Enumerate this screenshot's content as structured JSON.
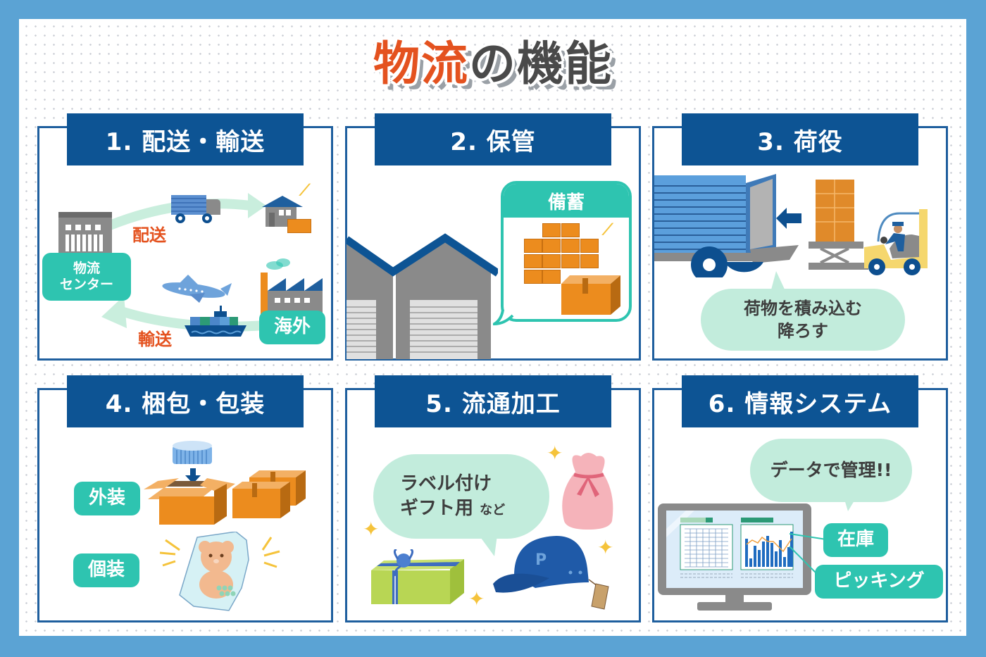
{
  "title": {
    "part1": "物流",
    "part2": "の機能"
  },
  "colors": {
    "frame": "#5ba3d4",
    "header_bar": "#0d5494",
    "panel_border": "#1f5f9e",
    "title_accent": "#e4521f",
    "title_dark": "#4a4a4a",
    "pill_teal": "#2ec4b0",
    "cloud_mint": "#c2ecdc",
    "box_orange": "#ec8c1e"
  },
  "panels": [
    {
      "heading": "1. 配送・輸送",
      "labels": {
        "center": "物流\nセンター",
        "center_line1": "物流",
        "center_line2": "センター",
        "overseas": "海外",
        "delivery": "配送",
        "transport": "輸送"
      },
      "icons": [
        "warehouse-building-icon",
        "truck-icon",
        "house-icon",
        "parcel-icon",
        "airplane-icon",
        "cargo-ship-icon",
        "factory-icon"
      ]
    },
    {
      "heading": "2. 保管",
      "labels": {
        "stockpile": "備蓄"
      },
      "icons": [
        "warehouse-icon",
        "stacked-boxes-icon",
        "cardboard-box-icon"
      ]
    },
    {
      "heading": "3. 荷役",
      "labels": {
        "bubble_line1": "荷物を積み込む",
        "bubble_line2": "降ろす"
      },
      "icons": [
        "truck-container-icon",
        "arrow-left-icon",
        "forklift-icon",
        "pallet-boxes-icon"
      ]
    },
    {
      "heading": "4. 梱包・包装",
      "labels": {
        "outer": "外装",
        "individual": "個装"
      },
      "icons": [
        "product-cap-icon",
        "arrow-down-icon",
        "open-box-icon",
        "closed-boxes-icon",
        "wrapped-bear-toy-icon"
      ]
    },
    {
      "heading": "5. 流通加工",
      "labels": {
        "bubble_line1": "ラベル付け",
        "bubble_line2": "ギフト用",
        "bubble_suffix": "など"
      },
      "icons": [
        "gift-box-icon",
        "gift-bag-icon",
        "cap-with-tag-icon",
        "sparkle-icon"
      ]
    },
    {
      "heading": "6. 情報システム",
      "labels": {
        "bubble": "データで管理!!",
        "inventory": "在庫",
        "picking": "ピッキング"
      },
      "icons": [
        "monitor-icon",
        "spreadsheet-icon",
        "bar-chart-icon"
      ]
    }
  ]
}
